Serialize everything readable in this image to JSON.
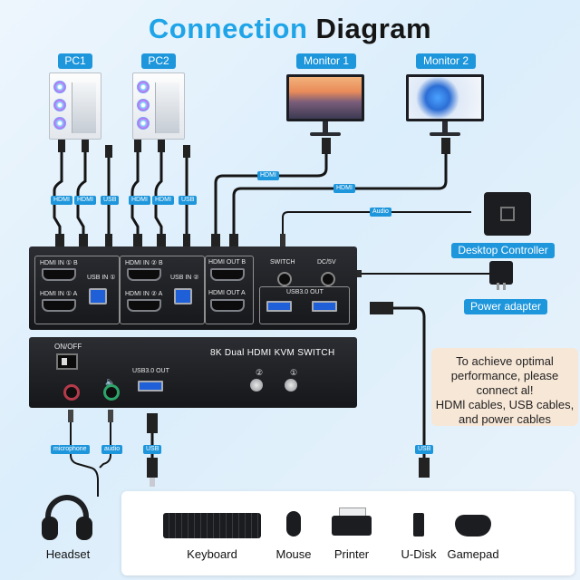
{
  "title": {
    "part1": "Connection",
    "part2": "Diagram"
  },
  "sources": [
    {
      "label": "PC1",
      "cable_tags": [
        "HDMI",
        "HDMI",
        "USB"
      ]
    },
    {
      "label": "PC2",
      "cable_tags": [
        "HDMI",
        "HDMI",
        "USB"
      ]
    }
  ],
  "monitors": [
    {
      "label": "Monitor 1"
    },
    {
      "label": "Monitor 2"
    }
  ],
  "cable_tags": {
    "hdmi_a": "HDMI",
    "hdmi_b": "HDMI",
    "audio": "Audio",
    "usb_right": "USB",
    "usb_front": "USB",
    "microphone": "microphone",
    "audio_front": "audio"
  },
  "back_panel": {
    "hdmi_in_1b": "HDMI IN ① B",
    "hdmi_in_1a": "HDMI IN ① A",
    "usb_in_1": "USB IN ①",
    "hdmi_in_2b": "HDMI IN ② B",
    "hdmi_in_2a": "HDMI IN ② A",
    "usb_in_2": "USB IN ②",
    "hdmi_out_b": "HDMI OUT B",
    "hdmi_out_a": "HDMI OUT A",
    "switch": "SWITCH",
    "dc": "DC/5V",
    "usb_out": "USB3.0 OUT"
  },
  "front_panel": {
    "onoff": "ON/OFF",
    "name": "8K Dual HDMI KVM SWITCH",
    "usb_out": "USB3.0 OUT",
    "btn2": "②",
    "btn1": "①"
  },
  "accessories": {
    "desktop_controller": "Desktop Controller",
    "power_adapter": "Power adapter"
  },
  "note": [
    "To achieve optimal",
    "performance, please",
    "connect al!",
    "HDMl cables, USB cables,",
    "and power cables"
  ],
  "devices": [
    "Keyboard",
    "Mouse",
    "Printer",
    "U-Disk",
    "Gamepad"
  ],
  "headset": "Headset",
  "colors": {
    "accent": "#1e96dc",
    "title_blue": "#1fa4e8",
    "device_box": "#1b1c1f",
    "note_bg": "#f7e7d7"
  }
}
